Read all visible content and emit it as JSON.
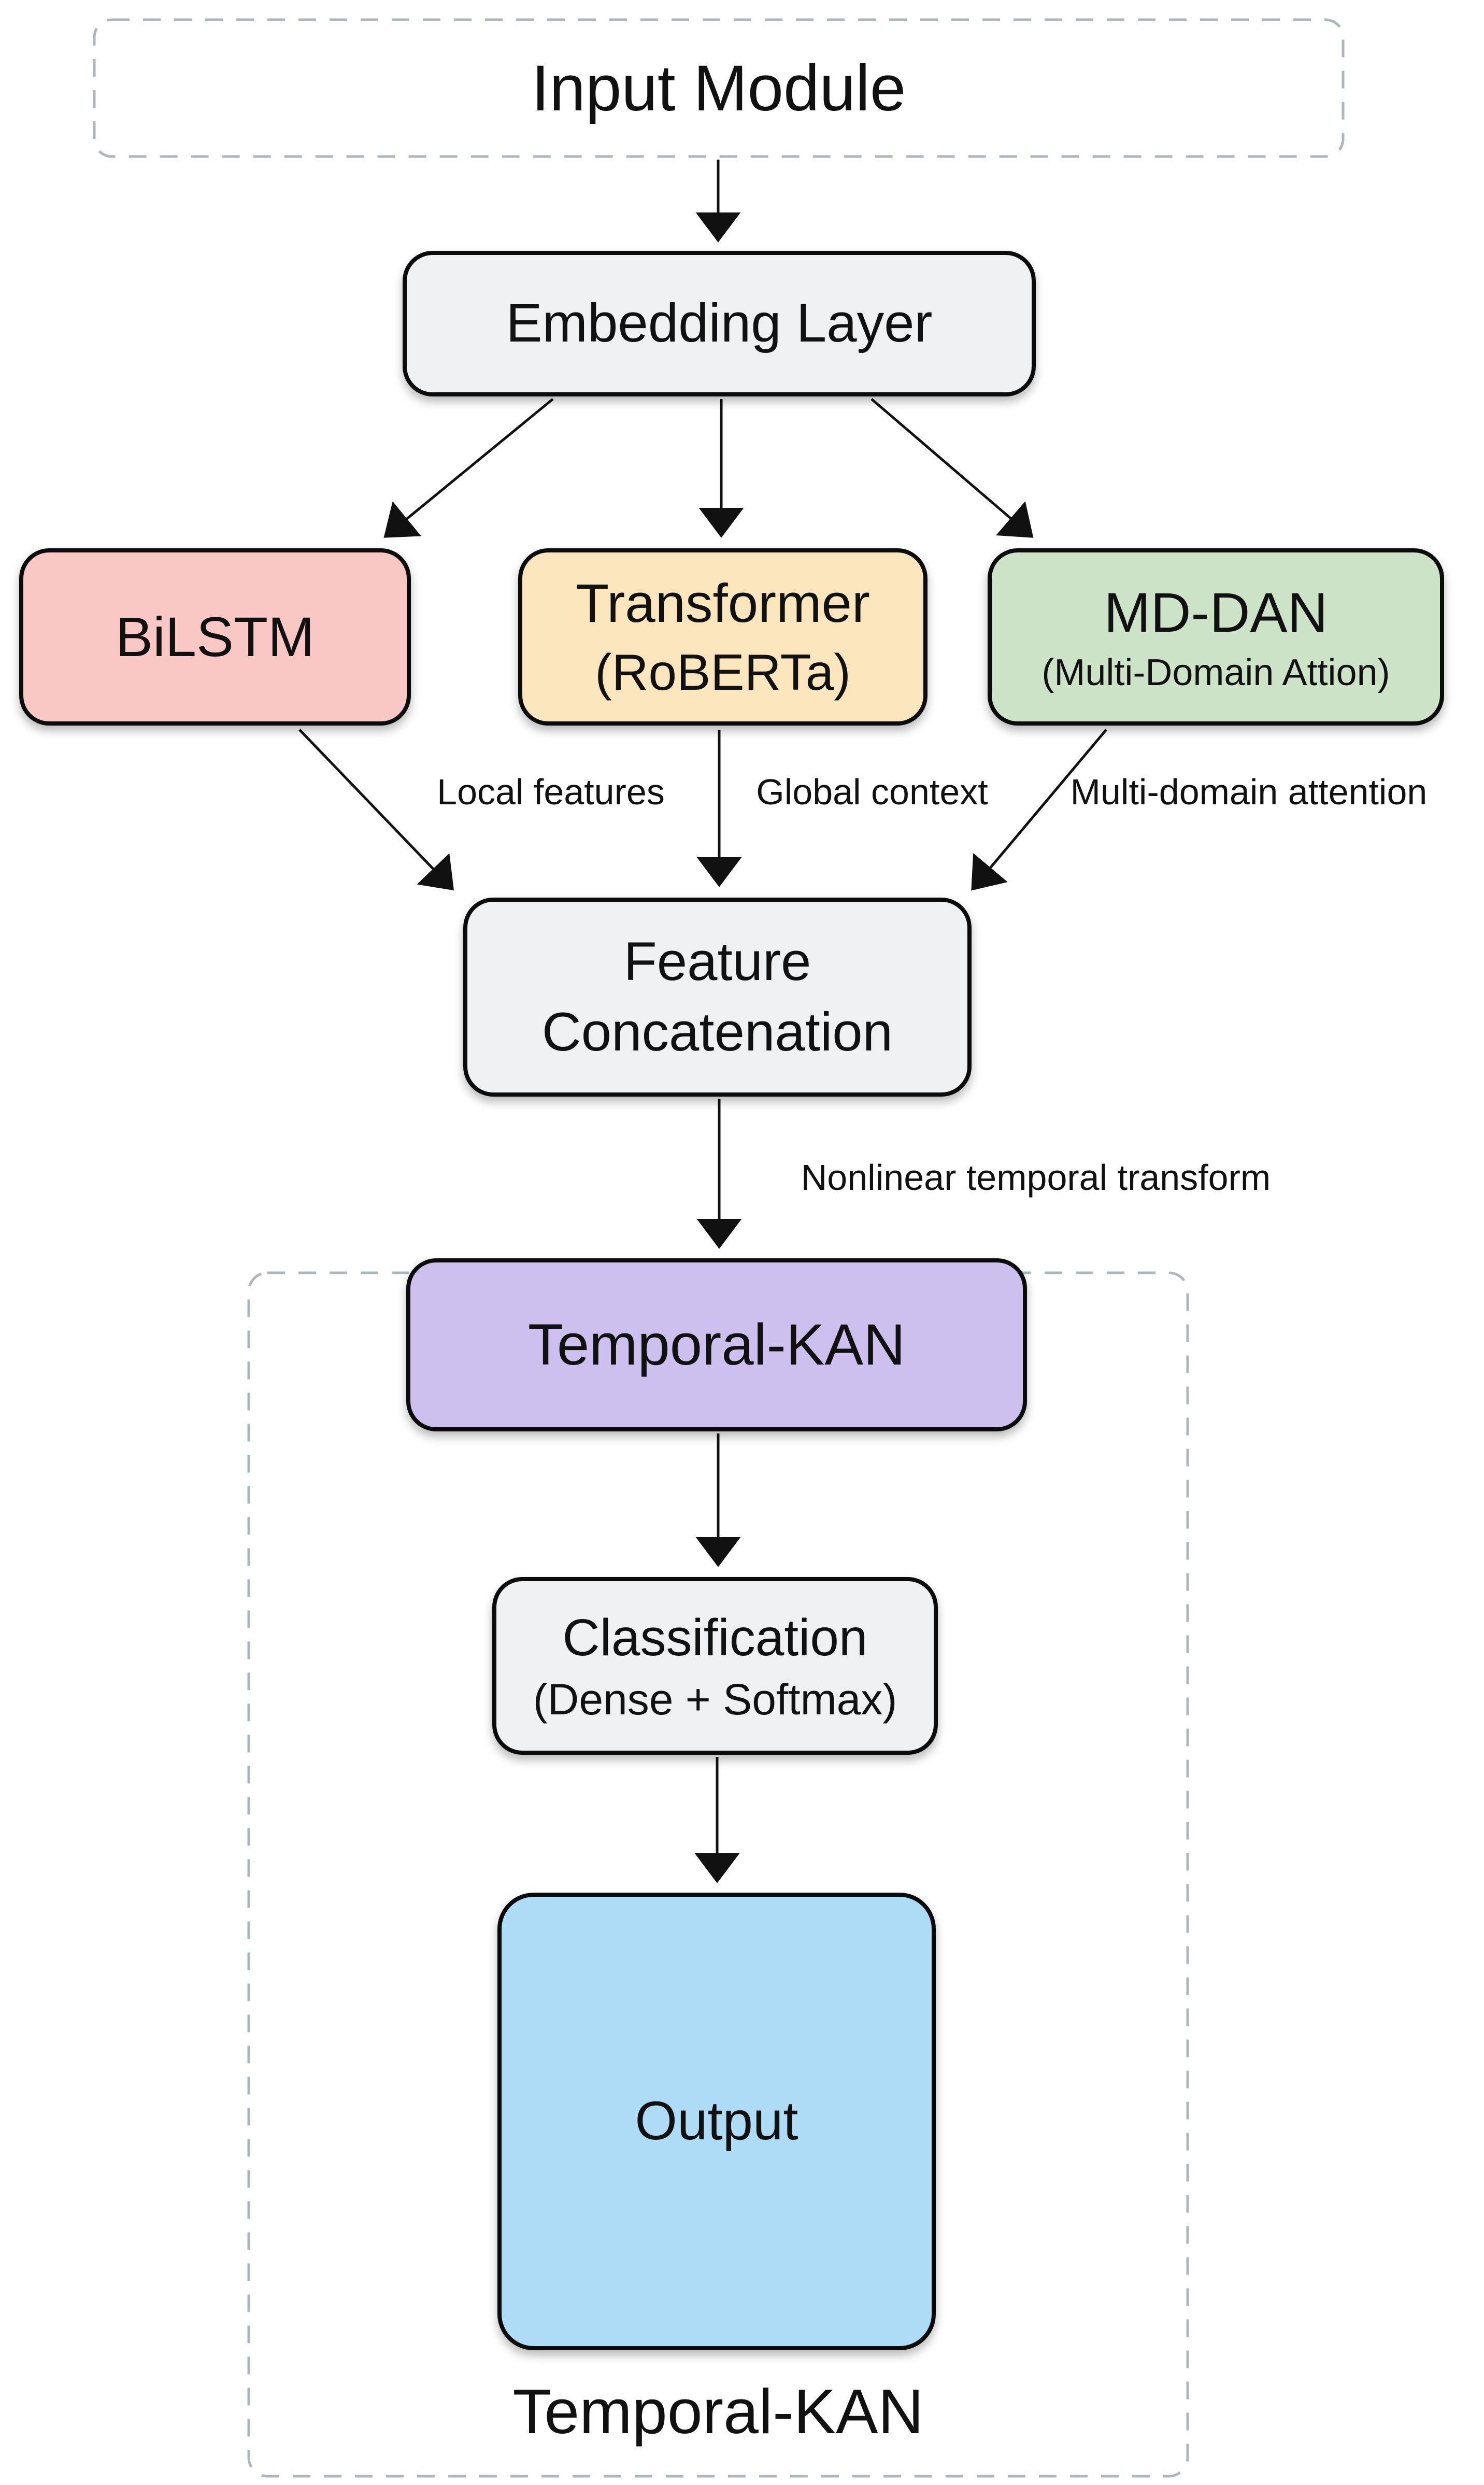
{
  "diagram": {
    "background": "#ffffff",
    "line_color": "#111111",
    "dash_color": "#aeb6bd",
    "input_module": {
      "label": "Input Module"
    },
    "nodes": {
      "embedding": {
        "label": "Embedding Layer",
        "fill": "#eff0f2"
      },
      "bilstm": {
        "label": "BiLSTM",
        "fill": "#f9c8c4"
      },
      "transformer": {
        "label": "Transformer",
        "sublabel": "(RoBERTa)",
        "fill": "#fae5bc"
      },
      "md_dan": {
        "label": "MD-DAN",
        "sublabel": "(Multi-Domain Attion)",
        "fill": "#cde3c8"
      },
      "feature_concatenation": {
        "label": "Feature Concatenation",
        "fill": "#eff0f2"
      },
      "temporal_kan": {
        "label": "Temporal-KAN",
        "fill": "#cec0ee"
      },
      "classification": {
        "label": "Classification",
        "sublabel": "(Dense + Softmax)",
        "fill": "#eff0f2"
      },
      "output": {
        "label": "Output",
        "fill": "#aedbf5"
      }
    },
    "edge_labels": {
      "local_features": "Local features",
      "global_context": "Global context",
      "multi_domain": "Multi-domain attention",
      "nonlinear": "Nonlinear temporal transform"
    },
    "container": {
      "label": "Temporal-KAN"
    }
  }
}
